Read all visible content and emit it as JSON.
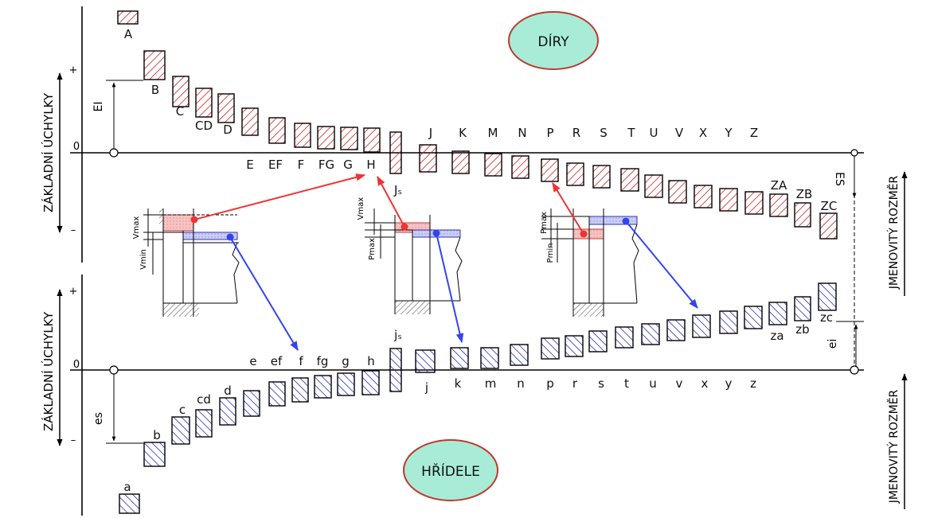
{
  "colors": {
    "hole": "#cc2020",
    "shaft": "#2530b8",
    "bubble_fill": "#a8ecd8",
    "bubble_stroke": "#c0392b",
    "arrow_red": "#ee3333",
    "arrow_blue": "#3344ee",
    "pink_fill": "#f7c2c2",
    "blue_fill": "#c8cdfa"
  },
  "holes_title": "DÍRY",
  "shafts_title": "HŘÍDELE",
  "left_axis_label_top": "ZÁKLADNÍ ÚCHYLKY",
  "left_axis_label_bottom": "ZÁKLADNÍ ÚCHYLKY",
  "right_axis_label_top": "JMENOVITÝ ROZMĚR",
  "right_axis_label_bottom": "JMENOVITÝ ROZMĚR",
  "marks": {
    "top_plus": "+",
    "top_zero": "0",
    "top_minus": "–",
    "bottom_plus": "+",
    "bottom_zero": "0",
    "bottom_minus": "–"
  },
  "dims": {
    "EI": "EI",
    "ES": "ES",
    "es": "es",
    "ei": "ei"
  },
  "hole_letters": [
    "A",
    "B",
    "C",
    "CD",
    "D",
    "E",
    "EF",
    "F",
    "FG",
    "G",
    "H",
    "J",
    "K",
    "M",
    "N",
    "P",
    "R",
    "S",
    "T",
    "U",
    "V",
    "X",
    "Y",
    "Z",
    "ZA",
    "ZB",
    "ZC",
    "Jₛ"
  ],
  "shaft_letters": [
    "a",
    "b",
    "c",
    "cd",
    "d",
    "e",
    "ef",
    "f",
    "fg",
    "g",
    "h",
    "jₛ",
    "j",
    "k",
    "m",
    "n",
    "p",
    "r",
    "s",
    "t",
    "u",
    "v",
    "x",
    "y",
    "z",
    "za",
    "zb",
    "zc"
  ],
  "fit_labels": {
    "clearance_vmax": "Vmax",
    "clearance_vmin": "Vmin",
    "transition_vmax": "Vmax",
    "transition_pmax": "Pmax",
    "interference_pmax": "Pmax",
    "interference_pmin": "Pmin"
  }
}
